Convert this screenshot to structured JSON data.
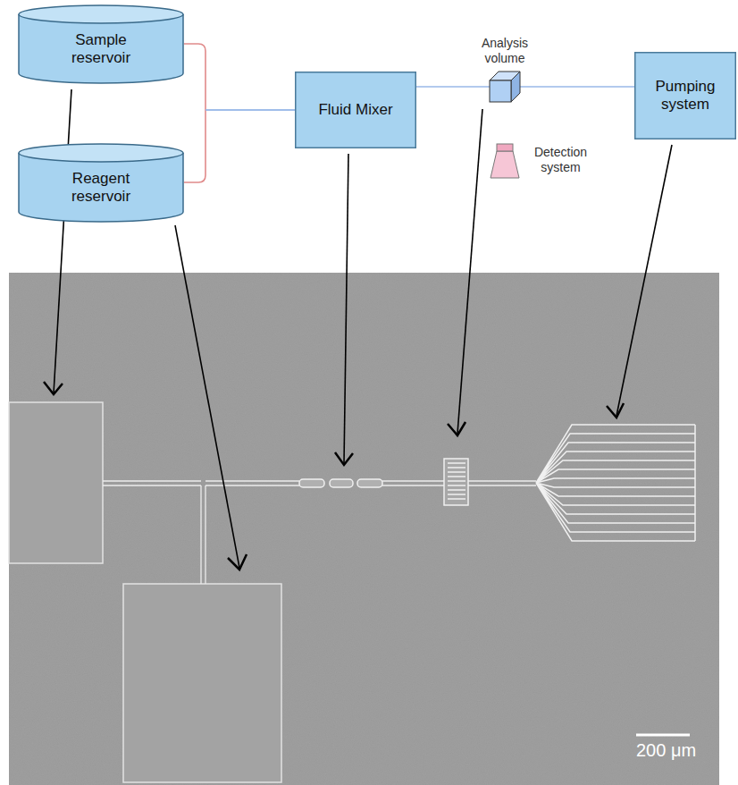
{
  "diagram": {
    "nodes": [
      {
        "text": [
          "Sample reservoir"
        ]
      },
      {
        "text": [
          "Reagent reservoir"
        ]
      },
      {
        "text": [
          "Fluid Mixer"
        ]
      },
      {
        "text": [
          "Analysis volume"
        ]
      },
      {
        "text": [
          "Detection system"
        ]
      },
      {
        "text": [
          "Pumping system"
        ]
      }
    ],
    "edges": [
      {
        "from": 0,
        "to": 2,
        "arrow": "none"
      },
      {
        "from": 1,
        "to": 2,
        "arrow": "none"
      },
      {
        "from": 2,
        "to": 3,
        "arrow": "none"
      },
      {
        "from": 3,
        "to": 5,
        "arrow": "none"
      }
    ],
    "labels": [
      "200 μm"
    ]
  }
}
